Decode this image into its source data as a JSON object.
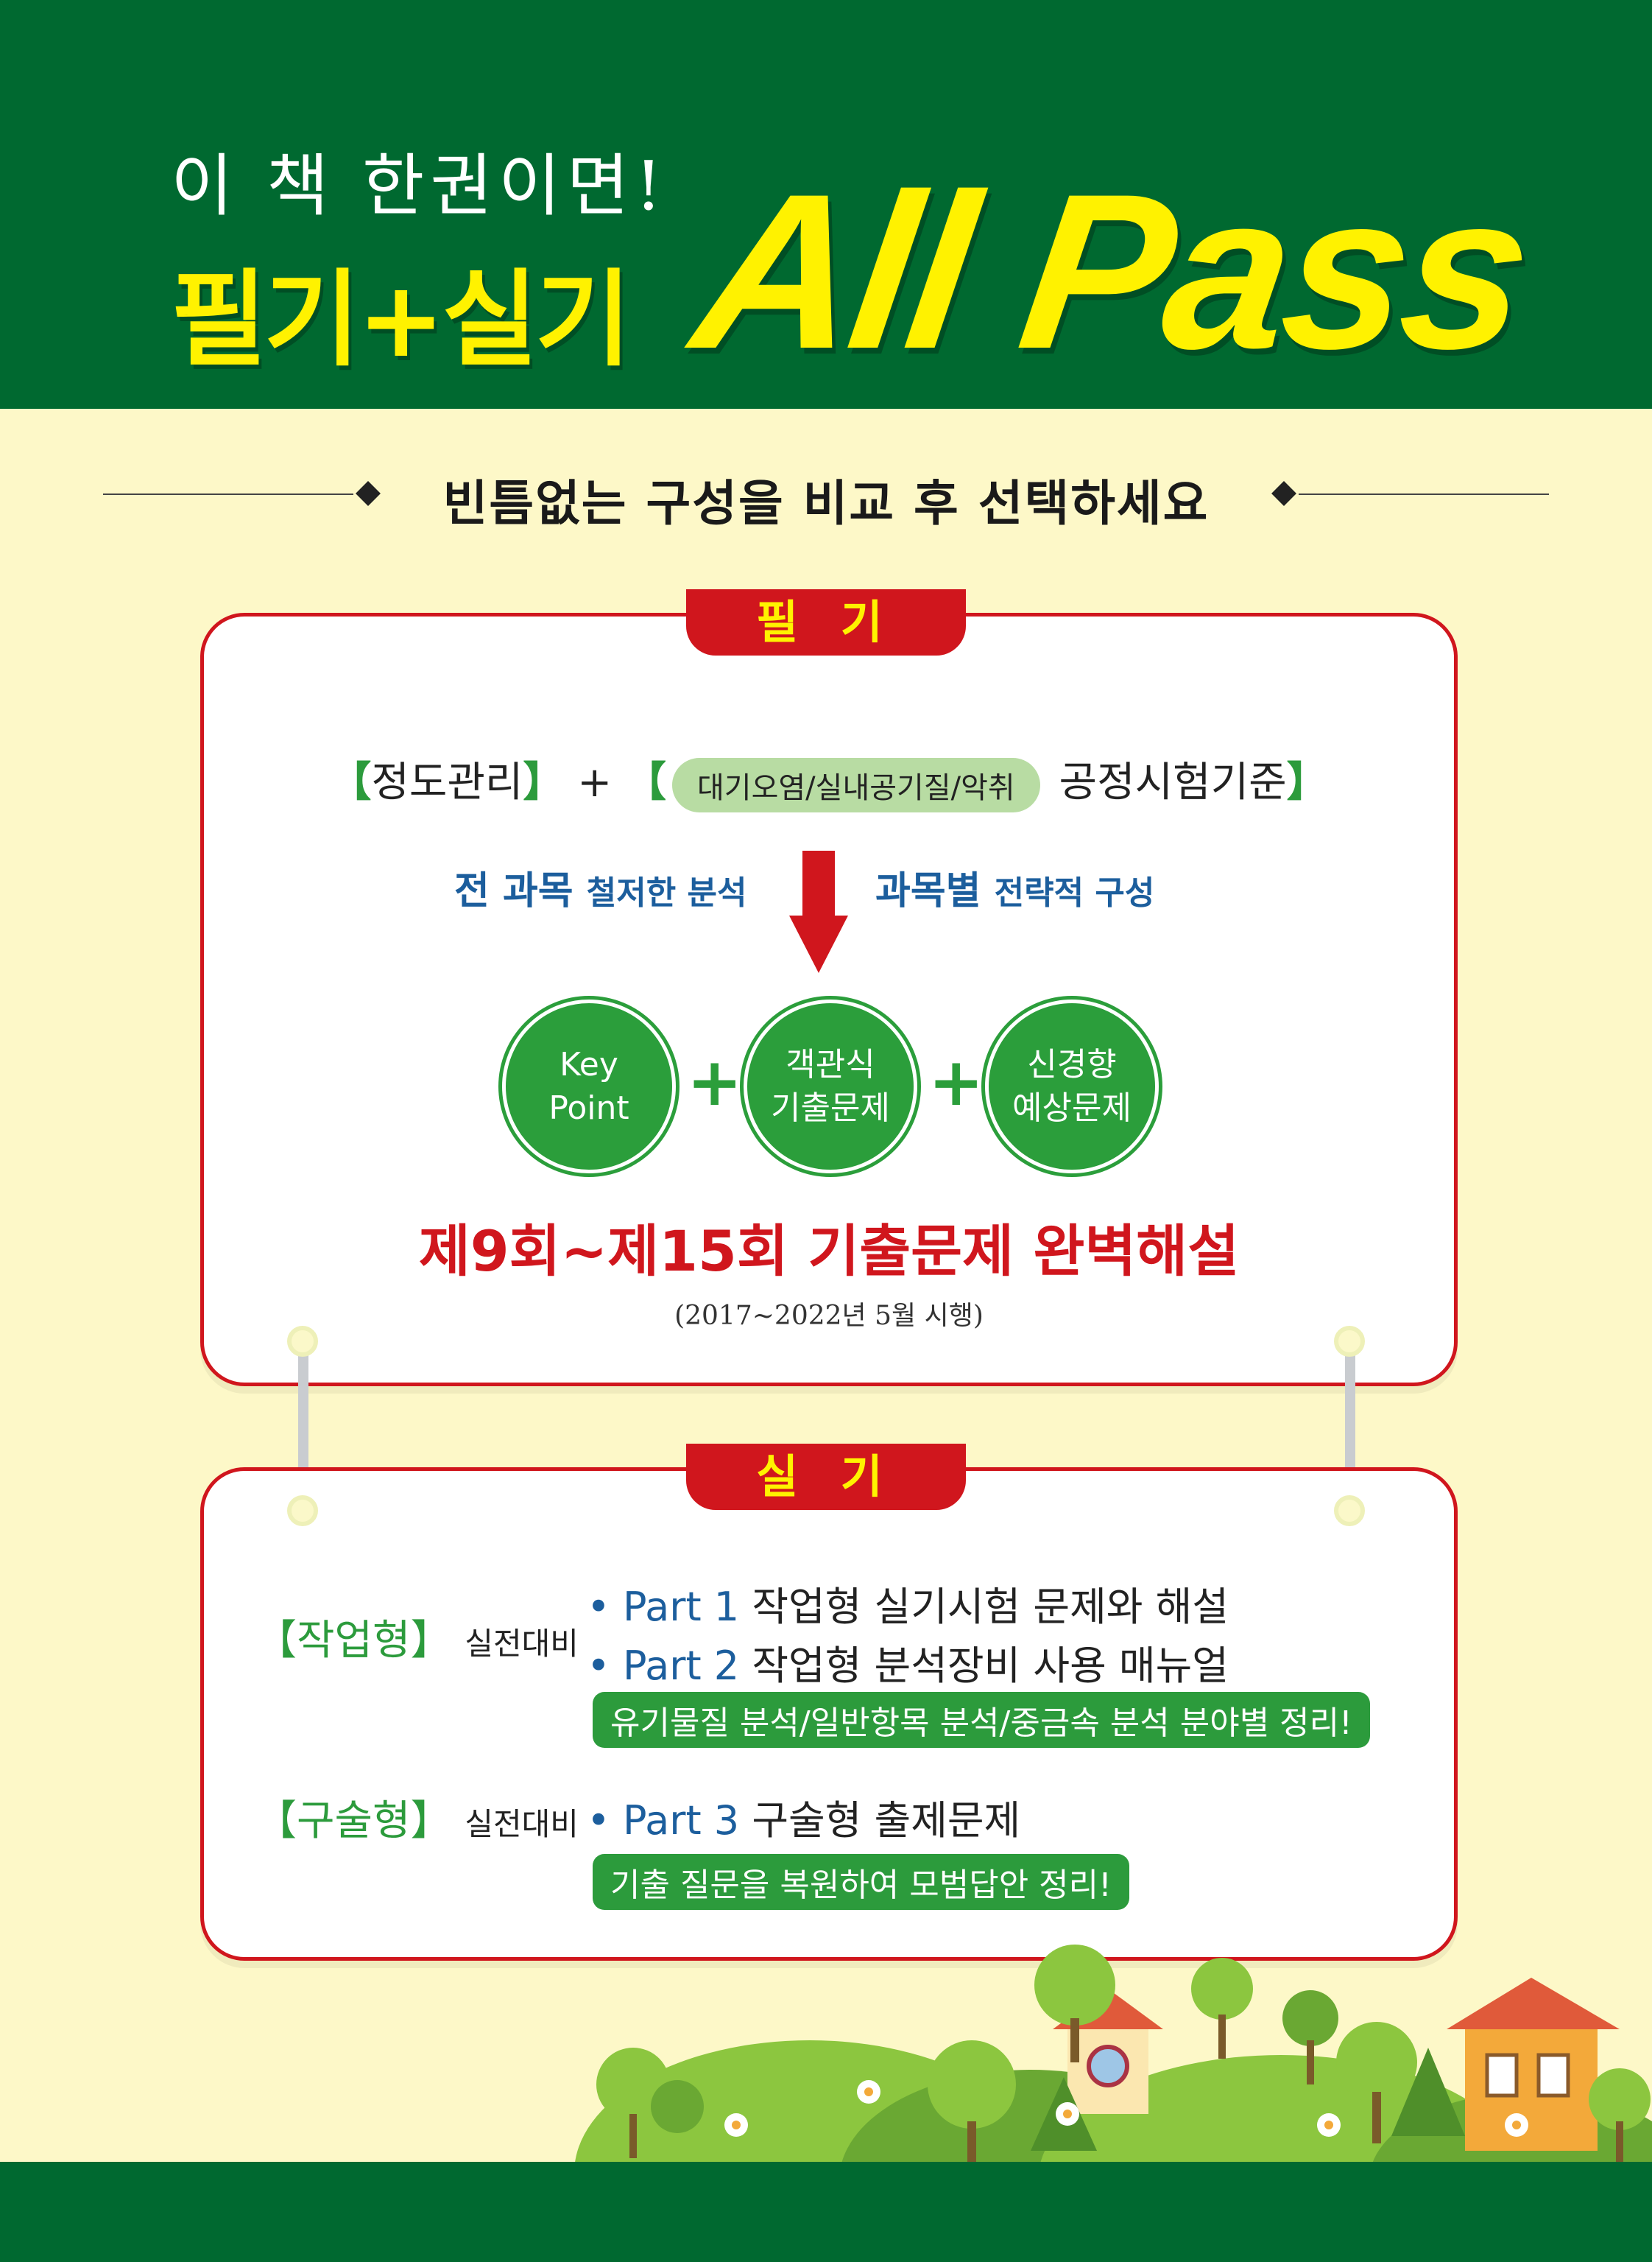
{
  "header": {
    "line1": "이 책 한권이면!",
    "line2": "필기+실기",
    "allpass": "All Pass"
  },
  "compare_banner": "빈틈없는 구성을 비교 후 선택하세요",
  "written": {
    "tab": "필 기",
    "formula": {
      "bracket_open": "【",
      "bracket_close": "】",
      "subject1": "정도관리",
      "plus": "+",
      "pill": "대기오염/실내공기질/악취",
      "subject2": "공정시험기준"
    },
    "analysis_left_big": "전 과목",
    "analysis_left_small": "철저한 분석",
    "analysis_right_big": "과목별",
    "analysis_right_small": "전략적 구성",
    "circles": [
      {
        "line1": "Key",
        "line2": "Point"
      },
      {
        "line1": "객관식",
        "line2": "기출문제"
      },
      {
        "line1": "신경향",
        "line2": "예상문제"
      }
    ],
    "plus": "+",
    "solutions": "제9회~제15회 기출문제 완벽해설",
    "period": "(2017~2022년 5월 시행)"
  },
  "practical": {
    "tab": "실 기",
    "work": {
      "label": "작업형",
      "suffix": "실전대비",
      "items": [
        {
          "part": "• Part 1",
          "text": "작업형 실기시험 문제와 해설"
        },
        {
          "part": "• Part 2",
          "text": "작업형 분석장비 사용 매뉴얼"
        }
      ],
      "note": "유기물질 분석/일반항목 분석/중금속 분석 분야별 정리!"
    },
    "oral": {
      "label": "구술형",
      "suffix": "실전대비",
      "items": [
        {
          "part": "• Part 3",
          "text": "구술형 출제문제"
        }
      ],
      "note": "기출 질문을 복원하여 모범답안 정리!"
    }
  },
  "colors": {
    "green_dark": "#006930",
    "yellow": "#fff200",
    "red": "#d0161d",
    "green": "#2b9e3b",
    "blue": "#1c5e9d",
    "cream": "#fdf8c8"
  }
}
